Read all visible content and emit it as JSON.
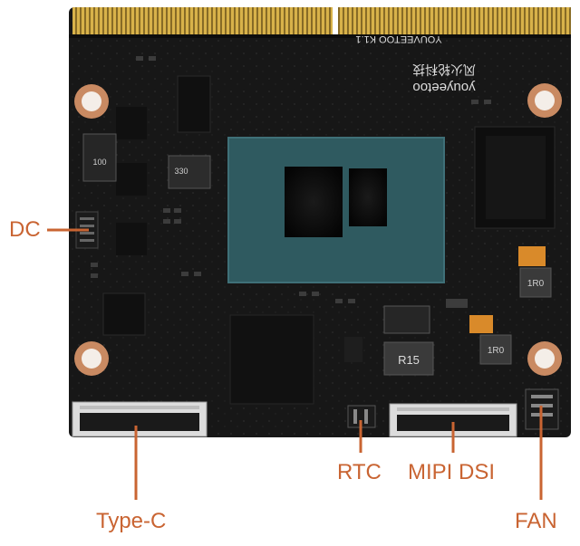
{
  "callouts": {
    "dc": "DC",
    "type_c": "Type-C",
    "rtc": "RTC",
    "mipi_dsi": "MIPI DSI",
    "fan": "FAN"
  },
  "board_silkscreen": {
    "model": "YOUVEETOO K1.1",
    "brand_cn": "风火轮科技",
    "brand_en": "youyeetoo"
  },
  "component_markings": {
    "inductor_a": "R15",
    "inductor_b": "1R0",
    "inductor_c": "1R0",
    "inductor_d": "330",
    "inductor_e": "100"
  },
  "colors": {
    "pcb": "#161616",
    "gold_fingers": "#c9a640",
    "callout": "#c96432",
    "soc_substrate": "#2f5a60",
    "mount_ring": "#c98a62"
  }
}
